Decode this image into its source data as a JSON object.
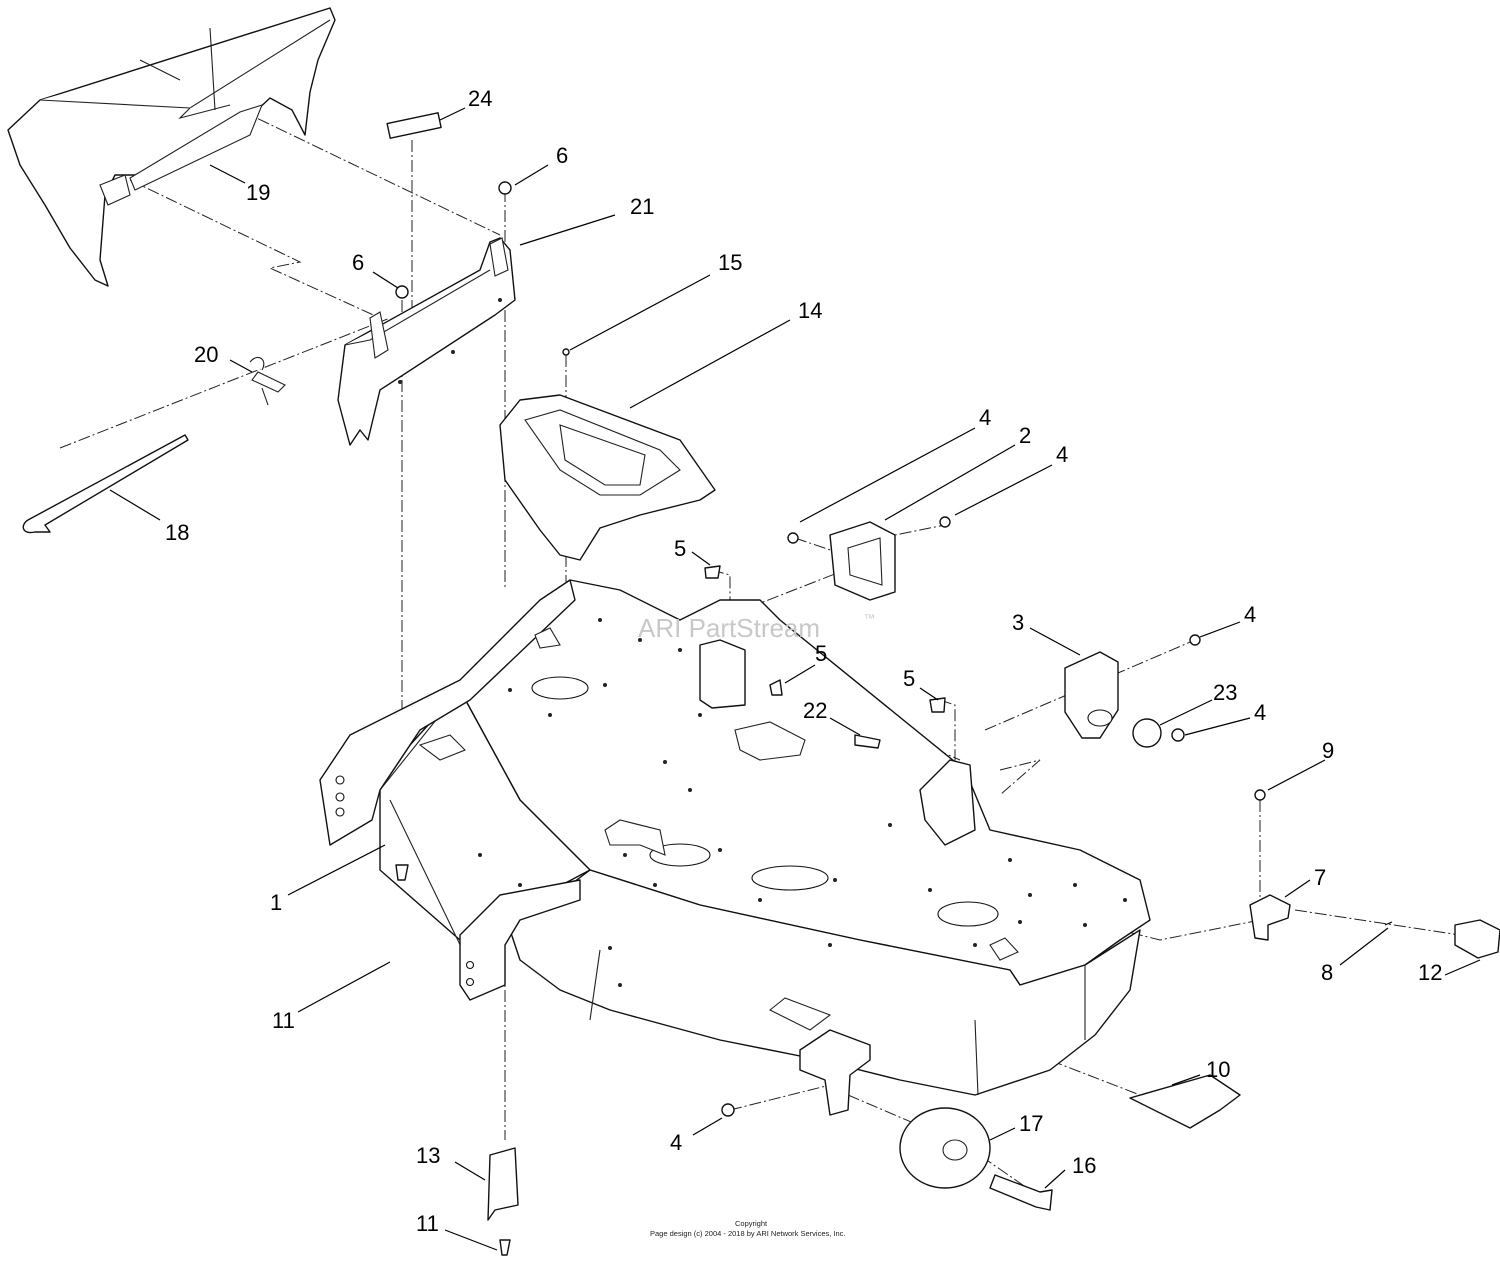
{
  "watermark": {
    "text": "ARI PartStream",
    "trademark": "™"
  },
  "copyright": {
    "line1": "Copyright",
    "line2": "Page design (c) 2004 - 2018 by ARI Network Services, Inc."
  },
  "callouts": [
    "24",
    "6",
    "19",
    "21",
    "6",
    "15",
    "14",
    "20",
    "18",
    "4",
    "2",
    "4",
    "5",
    "5",
    "3",
    "4",
    "5",
    "22",
    "23",
    "4",
    "9",
    "1",
    "7",
    "8",
    "12",
    "11",
    "10",
    "17",
    "4",
    "16",
    "13",
    "11"
  ],
  "parts": {
    "deck": "1",
    "deflector": "19",
    "bracket": "21",
    "belt_cover": "14",
    "rod": "18",
    "spring": "20",
    "caster_wheel": "17",
    "grease_fitting": "7",
    "knob": "12",
    "deflector_small": "10",
    "decal": "24"
  }
}
